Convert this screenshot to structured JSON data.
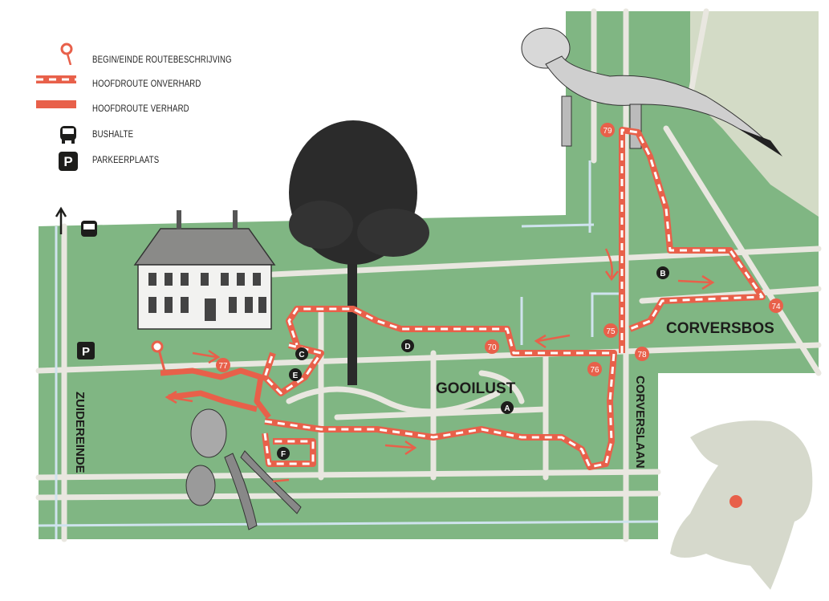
{
  "legend": {
    "items": [
      {
        "icon": "route-start-pin-icon",
        "label": "BEGIN/EINDE ROUTEBESCHRIJVING"
      },
      {
        "icon": "dashed-route-icon",
        "label": "HOOFDROUTE ONVERHARD"
      },
      {
        "icon": "solid-route-icon",
        "label": "HOOFDROUTE VERHARD"
      },
      {
        "icon": "bus-icon",
        "label": "BUSHALTE"
      },
      {
        "icon": "parking-icon",
        "label": "PARKEERPLAATS"
      }
    ]
  },
  "areas": {
    "gooilust": "GOOILUST",
    "corversbos": "CORVERSBOS"
  },
  "streets": {
    "corverslaan": "CORVERSLAAN",
    "zuidereinde": "ZUIDEREINDE"
  },
  "junctions": [
    "77",
    "70",
    "76",
    "75",
    "78",
    "79",
    "74"
  ],
  "points": [
    "A",
    "B",
    "C",
    "D",
    "E",
    "F"
  ],
  "parking_symbol": "P",
  "colors": {
    "park": "#80b683",
    "road": "#e9e7e0",
    "route": "#e8604a",
    "water": "#cfe3ee",
    "inset": "#d6d9cc"
  }
}
